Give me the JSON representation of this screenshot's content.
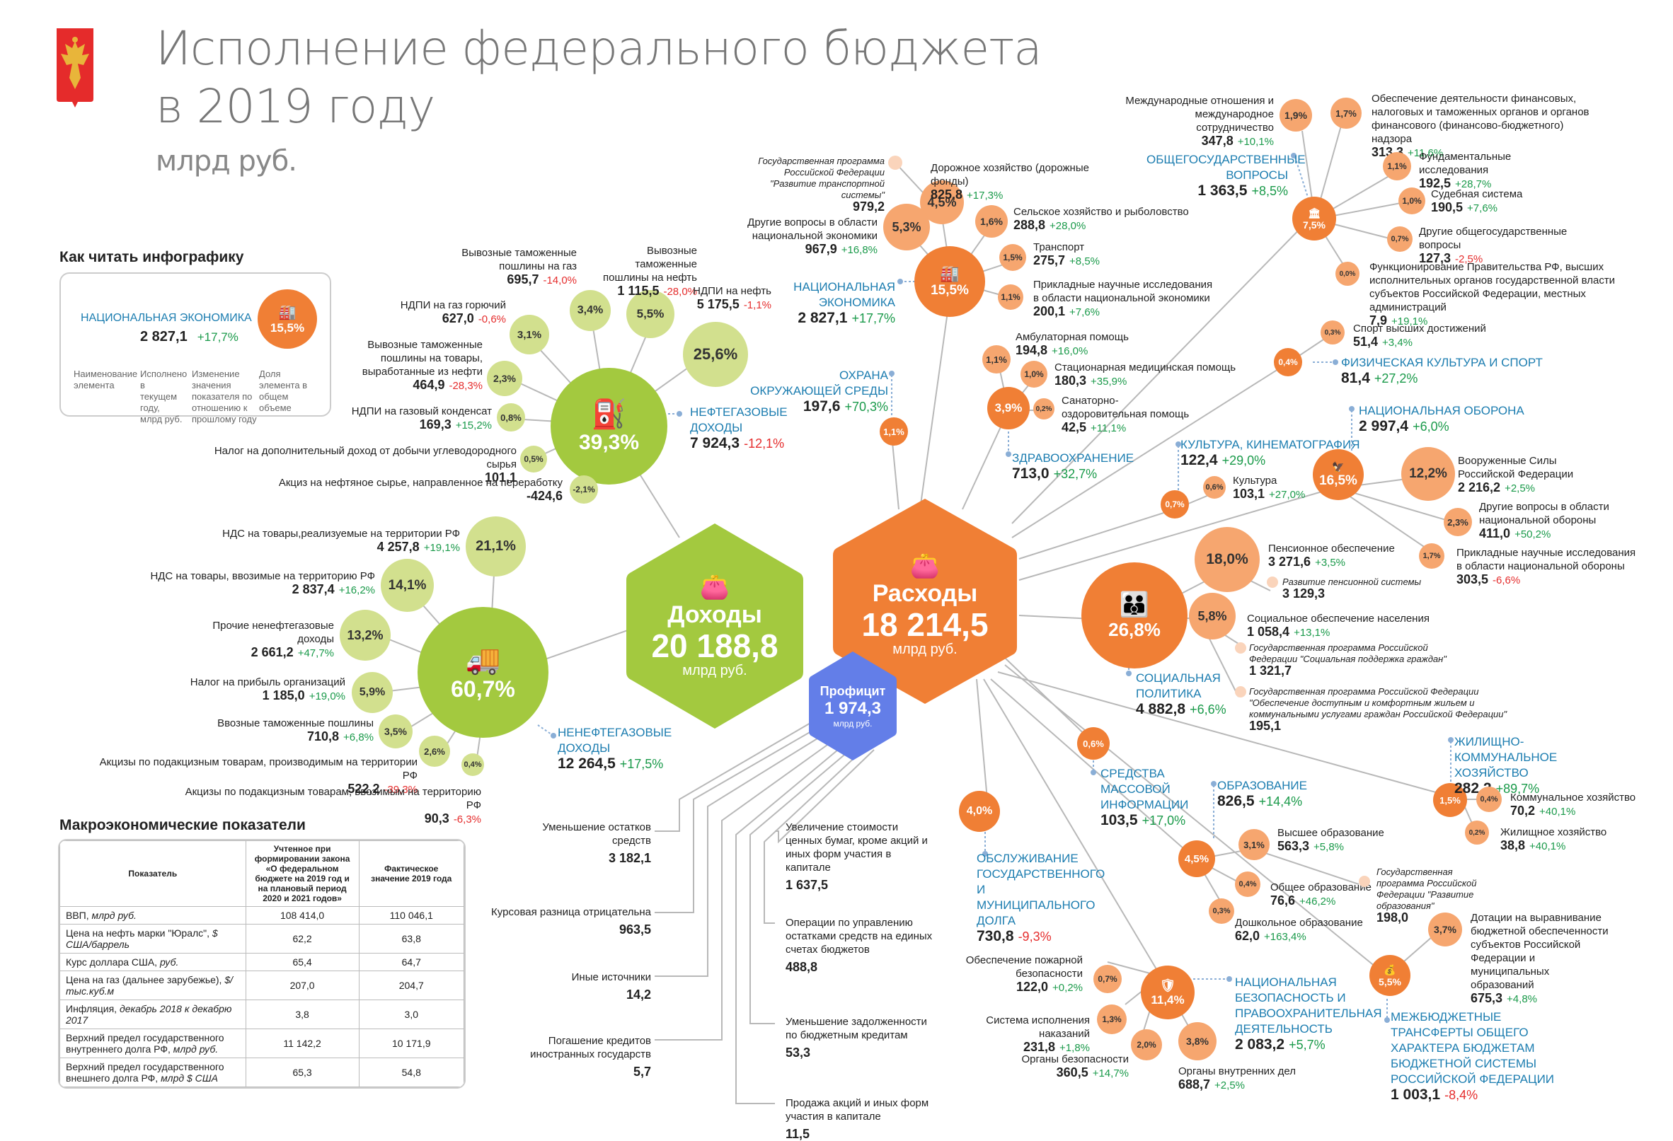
{
  "header": {
    "title_line1": "Исполнение федерального бюджета",
    "title_line2": "в 2019 году",
    "unit": "млрд руб.",
    "emblem": "russian-coat-of-arms"
  },
  "colors": {
    "revenue": "#a3c93f",
    "revenue_light": "#d2e08e",
    "expense": "#f07f35",
    "expense_light": "#f6a66f",
    "surplus": "#637ee8",
    "category_text": "#1c7db0",
    "positive": "#1a9a4a",
    "negative": "#e52d2d"
  },
  "legend": {
    "title": "Как читать инфографику",
    "example_name": "НАЦИОНАЛЬНАЯ ЭКОНОМИКА",
    "example_value": "2 827,1",
    "example_change": "+17,7%",
    "example_share": "15,5%",
    "captions": [
      "Наименование элемента",
      "Исполнено в текущем году, млрд руб.",
      "Изменение значения показателя по отношению к прошлому году",
      "Доля элемента в общем объеме"
    ]
  },
  "revenue": {
    "label": "Доходы",
    "value": "20 188,8",
    "unit": "млрд руб.",
    "oil_gas": {
      "name": "НЕФТЕГАЗОВЫЕ ДОХОДЫ",
      "value": "7 924,3",
      "change": "-12,1%",
      "share": "39,3%",
      "items": [
        {
          "name": "Вывозные таможенные пошлины на газ",
          "value": "695,7",
          "change": "-14,0%",
          "share": "3,4%"
        },
        {
          "name": "Вывозные таможенные пошлины на нефть",
          "value": "1 115,5",
          "change": "-28,0%",
          "share": "5,5%"
        },
        {
          "name": "НДПИ на нефть",
          "value": "5 175,5",
          "change": "-1,1%",
          "share": "25,6%"
        },
        {
          "name": "НДПИ на газ горючий",
          "value": "627,0",
          "change": "-0,6%",
          "share": "3,1%"
        },
        {
          "name": "Вывозные таможенные пошлины на товары, выработанные из нефти",
          "value": "464,9",
          "change": "-28,3%",
          "share": "2,3%"
        },
        {
          "name": "НДПИ на газовый конденсат",
          "value": "169,3",
          "change": "+15,2%",
          "share": "0,8%"
        },
        {
          "name": "Налог на дополнительный доход от добычи углеводородного сырья",
          "value": "101,1",
          "change": "",
          "share": "0,5%"
        },
        {
          "name": "Акциз на нефтяное сырье, направленное на переработку",
          "value": "-424,6",
          "change": "",
          "share": "-2,1%"
        }
      ]
    },
    "non_oil": {
      "name": "НЕНЕФТЕГАЗОВЫЕ ДОХОДЫ",
      "value": "12 264,5",
      "change": "+17,5%",
      "share": "60,7%",
      "items": [
        {
          "name": "НДС на товары,реализуемые на территории РФ",
          "value": "4 257,8",
          "change": "+19,1%",
          "share": "21,1%"
        },
        {
          "name": "НДС на товары, ввозимые на территорию РФ",
          "value": "2 837,4",
          "change": "+16,2%",
          "share": "14,1%"
        },
        {
          "name": "Прочие ненефтегазовые доходы",
          "value": "2 661,2",
          "change": "+47,7%",
          "share": "13,2%"
        },
        {
          "name": "Налог на прибыль организаций",
          "value": "1 185,0",
          "change": "+19,0%",
          "share": "5,9%"
        },
        {
          "name": "Ввозные таможенные пошлины",
          "value": "710,8",
          "change": "+6,8%",
          "share": "3,5%"
        },
        {
          "name": "Акцизы по подакцизным товарам, производимым на территории РФ",
          "value": "522,2",
          "change": "-39,3%",
          "share": "2,6%"
        },
        {
          "name": "Акцизы по подакцизным товарам, ввозимым на территорию РФ",
          "value": "90,3",
          "change": "-6,3%",
          "share": "0,4%"
        }
      ]
    }
  },
  "expense": {
    "label": "Расходы",
    "value": "18 214,5",
    "unit": "млрд руб.",
    "national_economy": {
      "name": "НАЦИОНАЛЬНАЯ ЭКОНОМИКА",
      "value": "2 827,1",
      "change": "+17,7%",
      "share": "15,5%",
      "program": {
        "name": "Государственная программа Российской Федерации \"Развитие транспортной системы\"",
        "value": "979,2"
      },
      "items": [
        {
          "name": "Дорожное хозяйство (дорожные фонды)",
          "value": "825,8",
          "change": "+17,3%",
          "share": "4,5%"
        },
        {
          "name": "Другие вопросы в области национальной экономики",
          "value": "967,9",
          "change": "+16,8%",
          "share": "5,3%"
        },
        {
          "name": "Сельское хозяйство и рыболовство",
          "value": "288,8",
          "change": "+28,0%",
          "share": "1,6%"
        },
        {
          "name": "Транспорт",
          "value": "275,7",
          "change": "+8,5%",
          "share": "1,5%"
        },
        {
          "name": "Прикладные научные исследования в области национальной экономики",
          "value": "200,1",
          "change": "+7,6%",
          "share": "1,1%"
        }
      ]
    },
    "environment": {
      "name": "ОХРАНА ОКРУЖАЮЩЕЙ СРЕДЫ",
      "value": "197,6",
      "change": "+70,3%",
      "share": "1,1%"
    },
    "health": {
      "name": "ЗДРАВООХРАНЕНИЕ",
      "value": "713,0",
      "change": "+32,7%",
      "share": "3,9%",
      "items": [
        {
          "name": "Амбулаторная помощь",
          "value": "194,8",
          "change": "+16,0%",
          "share": "1,1%"
        },
        {
          "name": "Стационарная медицинская помощь",
          "value": "180,3",
          "change": "+35,9%",
          "share": "1,0%"
        },
        {
          "name": "Санаторно-оздоровительная помощь",
          "value": "42,5",
          "change": "+11,1%",
          "share": "0,2%"
        }
      ]
    },
    "general": {
      "name": "ОБЩЕГОСУДАРСТВЕННЫЕ ВОПРОСЫ",
      "value": "1 363,5",
      "change": "+8,5%",
      "share": "7,5%",
      "items": [
        {
          "name": "Международные отношения и международное сотрудничество",
          "value": "347,8",
          "change": "+10,1%",
          "share": "1,9%"
        },
        {
          "name": "Обеспечение деятельности финансовых, налоговых и таможенных органов и органов финансового (финансово-бюджетного) надзора",
          "value": "313,3",
          "change": "+11,6%",
          "share": "1,7%"
        },
        {
          "name": "Фундаментальные исследования",
          "value": "192,5",
          "change": "+28,7%",
          "share": "1,1%"
        },
        {
          "name": "Судебная система",
          "value": "190,5",
          "change": "+7,6%",
          "share": "1,0%"
        },
        {
          "name": "Другие общегосударственные вопросы",
          "value": "127,3",
          "change": "-2,5%",
          "share": "0,7%"
        },
        {
          "name": "Функционирование Правительства РФ, высших исполнительных органов государственной власти субъектов Российской Федерации, местных администраций",
          "value": "7,9",
          "change": "+19,1%",
          "share": "0,0%"
        }
      ]
    },
    "sport": {
      "name": "ФИЗИЧЕСКАЯ КУЛЬТУРА И СПОРТ",
      "value": "81,4",
      "change": "+27,2%",
      "share": "0,4%",
      "items": [
        {
          "name": "Спорт высших достижений",
          "value": "51,4",
          "change": "+3,4%",
          "share": "0,3%"
        }
      ]
    },
    "defense": {
      "name": "НАЦИОНАЛЬНАЯ ОБОРОНА",
      "value": "2 997,4",
      "change": "+6,0%",
      "share": "16,5%",
      "items": [
        {
          "name": "Вооруженные Силы Российской Федерации",
          "value": "2 216,2",
          "change": "+2,5%",
          "share": "12,2%"
        },
        {
          "name": "Другие вопросы в области национальной обороны",
          "value": "411,0",
          "change": "+50,2%",
          "share": "2,3%"
        },
        {
          "name": "Прикладные научные исследования в области национальной обороны",
          "value": "303,5",
          "change": "-6,6%",
          "share": "1,7%"
        }
      ]
    },
    "culture": {
      "name": "КУЛЬТУРА, КИНЕМАТОГРАФИЯ",
      "value": "122,4",
      "change": "+29,0%",
      "share": "0,7%",
      "items": [
        {
          "name": "Культура",
          "value": "103,1",
          "change": "+27,0%",
          "share": "0,6%"
        }
      ]
    },
    "social": {
      "name": "СОЦИАЛЬНАЯ ПОЛИТИКА",
      "value": "4 882,8",
      "change": "+6,6%",
      "share": "26,8%",
      "items": [
        {
          "name": "Пенсионное обеспечение",
          "value": "3 271,6",
          "change": "+3,5%",
          "share": "18,0%"
        },
        {
          "name": "Социальное обеспечение населения",
          "value": "1 058,4",
          "change": "+13,1%",
          "share": "5,8%"
        }
      ],
      "programs": [
        {
          "name": "Развитие пенсионной системы",
          "value": "3 129,3"
        },
        {
          "name": "Государственная программа Российской Федерации \"Социальная поддержка граждан\"",
          "value": "1 321,7"
        },
        {
          "name": "Государственная программа Российской Федерации \"Обеспечение доступным и комфортным жильем и коммунальными услугами граждан Российской Федерации\"",
          "value": "195,1"
        }
      ]
    },
    "media": {
      "name": "СРЕДСТВА МАССОВОЙ ИНФОРМАЦИИ",
      "value": "103,5",
      "change": "+17,0%",
      "share": "0,6%"
    },
    "housing": {
      "name": "ЖИЛИЩНО-КОММУНАЛЬНОЕ ХОЗЯЙСТВО",
      "value": "282,2",
      "change": "+89,7%",
      "share": "1,5%",
      "items": [
        {
          "name": "Коммунальное хозяйство",
          "value": "70,2",
          "change": "+40,1%",
          "share": "0,4%"
        },
        {
          "name": "Жилищное хозяйство",
          "value": "38,8",
          "change": "+40,1%",
          "share": "0,2%"
        }
      ]
    },
    "debt": {
      "name": "ОБСЛУЖИВАНИЕ ГОСУДАРСТВЕННОГО И МУНИЦИПАЛЬНОГО ДОЛГА",
      "value": "730,8",
      "change": "-9,3%",
      "share": "4,0%"
    },
    "education": {
      "name": "ОБРАЗОВАНИЕ",
      "value": "826,5",
      "change": "+14,4%",
      "share": "4,5%",
      "items": [
        {
          "name": "Высшее образование",
          "value": "563,3",
          "change": "+5,8%",
          "share": "3,1%"
        },
        {
          "name": "Общее образование",
          "value": "76,6",
          "change": "+46,2%",
          "share": "0,4%"
        },
        {
          "name": "Дошкольное образование",
          "value": "62,0",
          "change": "+163,4%",
          "share": "0,3%"
        }
      ],
      "program": {
        "name": "Государственная программа Российской Федерации \"Развитие образования\"",
        "value": "198,0"
      }
    },
    "security": {
      "name": "НАЦИОНАЛЬНАЯ БЕЗОПАСНОСТЬ И ПРАВООХРАНИТЕЛЬНАЯ ДЕЯТЕЛЬНОСТЬ",
      "value": "2 083,2",
      "change": "+5,7%",
      "share": "11,4%",
      "items": [
        {
          "name": "Обеспечение пожарной безопасности",
          "value": "122,0",
          "change": "+0,2%",
          "share": "0,7%"
        },
        {
          "name": "Система исполнения наказаний",
          "value": "231,8",
          "change": "+1,8%",
          "share": "1,3%"
        },
        {
          "name": "Органы безопасности",
          "value": "360,5",
          "change": "+14,7%",
          "share": "2,0%"
        },
        {
          "name": "Органы внутренних дел",
          "value": "688,7",
          "change": "+2,5%",
          "share": "3,8%"
        }
      ]
    },
    "transfers": {
      "name": "МЕЖБЮДЖЕТНЫЕ ТРАНСФЕРТЫ ОБЩЕГО ХАРАКТЕРА БЮДЖЕТАМ БЮДЖЕТНОЙ СИСТЕМЫ РОССИЙСКОЙ ФЕДЕРАЦИИ",
      "value": "1 003,1",
      "change": "-8,4%",
      "share": "5,5%",
      "items": [
        {
          "name": "Дотации на выравнивание бюджетной обеспеченности субъектов Российской Федерации и муниципальных образований",
          "value": "675,3",
          "change": "+4,8%",
          "share": "3,7%"
        }
      ]
    }
  },
  "surplus": {
    "label": "Профицит",
    "value": "1 974,3",
    "unit": "млрд руб.",
    "left": [
      {
        "name": "Уменьшение остатков средств",
        "value": "3 182,1"
      },
      {
        "name": "Курсовая разница отрицательна",
        "value": "963,5"
      },
      {
        "name": "Иные источники",
        "value": "14,2"
      },
      {
        "name": "Погашение кредитов иностранных государств",
        "value": "5,7"
      }
    ],
    "right": [
      {
        "name": "Увеличение стоимости ценных бумаг, кроме акций и иных форм участия в капитале",
        "value": "1 637,5"
      },
      {
        "name": "Операции по управлению остатками средств на единых счетах бюджетов",
        "value": "488,8"
      },
      {
        "name": "Уменьшение задолженности по бюджетным кредитам",
        "value": "53,3"
      },
      {
        "name": "Продажа акций и иных форм участия в капитале",
        "value": "11,5"
      }
    ]
  },
  "macro": {
    "title": "Макроэкономические показатели",
    "headers": [
      "Показатель",
      "Учтенное при формировании закона «О федеральном бюджете на 2019 год и на плановый период 2020 и 2021 годов»",
      "Фактическое значение 2019 года"
    ],
    "rows": [
      {
        "name": "ВВП,",
        "unit": "млрд руб.",
        "planned": "108 414,0",
        "actual": "110 046,1"
      },
      {
        "name": "Цена на нефть марки \"Юралс\",",
        "unit": "$ США/баррель",
        "planned": "62,2",
        "actual": "63,8"
      },
      {
        "name": "Курс доллара США,",
        "unit": "руб.",
        "planned": "65,4",
        "actual": "64,7"
      },
      {
        "name": "Цена на газ (дальнее зарубежье),",
        "unit": "$/тыс.куб.м",
        "planned": "207,0",
        "actual": "204,7"
      },
      {
        "name": "Инфляция,",
        "unit": "декабрь 2018 к декабрю 2017",
        "planned": "3,8",
        "actual": "3,0"
      },
      {
        "name": "Верхний предел государственного внутреннего долга РФ,",
        "unit": "млрд руб.",
        "planned": "11 142,2",
        "actual": "10 171,9"
      },
      {
        "name": "Верхний предел государственного внешнего долга РФ,",
        "unit": "млрд $ США",
        "planned": "65,3",
        "actual": "54,8"
      }
    ]
  }
}
